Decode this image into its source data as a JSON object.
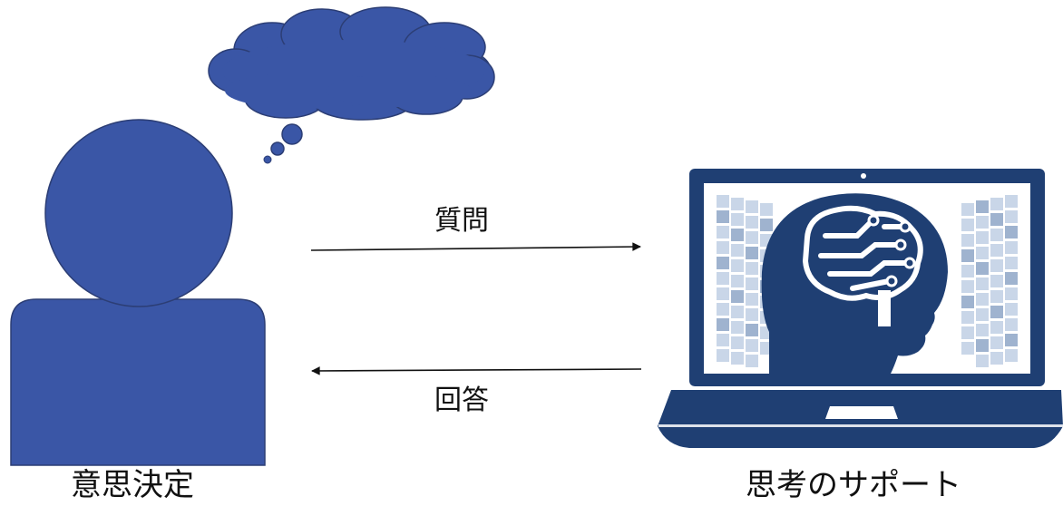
{
  "labels": {
    "person": "意思決定",
    "computer": "思考のサポート",
    "arrow_top": "質問",
    "arrow_bottom": "回答"
  },
  "colors": {
    "person_fill": "#3a56a6",
    "person_stroke": "#2c3e75",
    "cloud_fill": "#3a56a6",
    "laptop_navy": "#1f3f73",
    "screen_bg": "#ffffff",
    "tile_light": "#c9d6e8",
    "tile_mid": "#9fb3cf",
    "arrow": "#111111"
  },
  "icons": {
    "person": "person-icon",
    "thought": "thought-bubble-icon",
    "laptop": "laptop-ai-brain-icon"
  }
}
